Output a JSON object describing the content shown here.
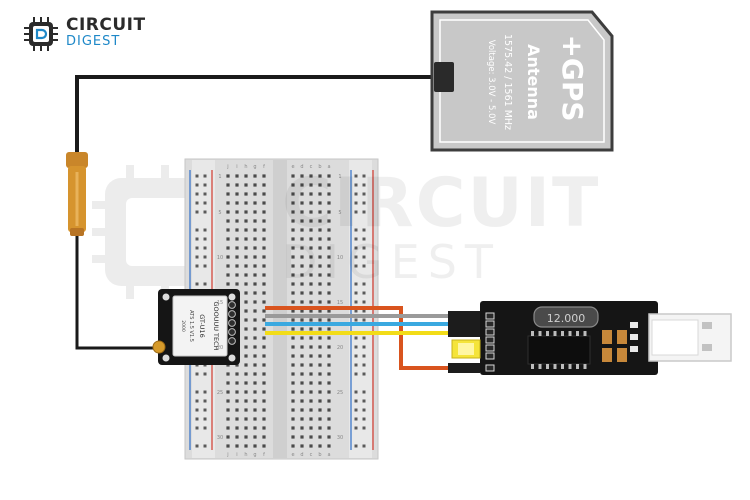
{
  "brand": {
    "line1": "CIRCUIT",
    "line2": "DIGEST"
  },
  "watermark": {
    "line1": "CIRCUIT",
    "line2": "DIGEST"
  },
  "gps_antenna": {
    "title": "+GPS",
    "subtitle": "Antenna",
    "freq": "1575.42 / 1561 MHz",
    "voltage": "Voltage: 3.0V - 5.0V"
  },
  "gps_module": {
    "brand": "GOOUUU TECH",
    "model": "GT-U16",
    "version": "ATS 1.5 V1.5",
    "code": "2000"
  },
  "usb_ttl": {
    "crystal": "12.000"
  },
  "breadboard": {
    "row_numbers": [
      "1",
      "5",
      "10",
      "15",
      "20",
      "25",
      "30"
    ],
    "column_letters": [
      "j",
      "i",
      "h",
      "g",
      "f",
      "e",
      "d",
      "c",
      "b",
      "a"
    ]
  },
  "colors": {
    "orange_wire": "#d9541e",
    "grey_wire": "#9a9a9a",
    "blue_wire": "#3aa9e0",
    "yellow_wire": "#f2dc18",
    "antenna_cable": "#1a1a1a",
    "board": "#1a1a1a",
    "accent": "#1e88c8"
  }
}
